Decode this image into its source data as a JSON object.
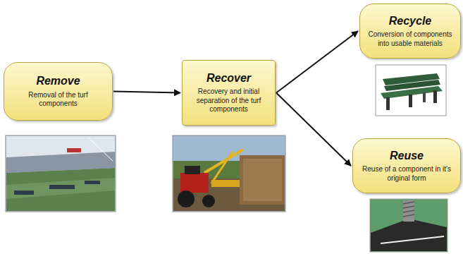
{
  "diagram": {
    "nodes": [
      {
        "text": [
          "Remove",
          "Removal of the turf components"
        ]
      },
      {
        "text": [
          "Recover",
          "Recovery and initial separation of the turf components"
        ]
      },
      {
        "text": [
          "Recycle",
          "Conversion of components into usable materials"
        ]
      },
      {
        "text": [
          "Reuse",
          "Reuse of a component in it's original form"
        ]
      }
    ],
    "edges": [
      {
        "from": 0,
        "to": 1,
        "arrow": "to"
      },
      {
        "from": 1,
        "to": 2,
        "arrow": "to"
      },
      {
        "from": 1,
        "to": 3,
        "arrow": "to"
      }
    ]
  }
}
